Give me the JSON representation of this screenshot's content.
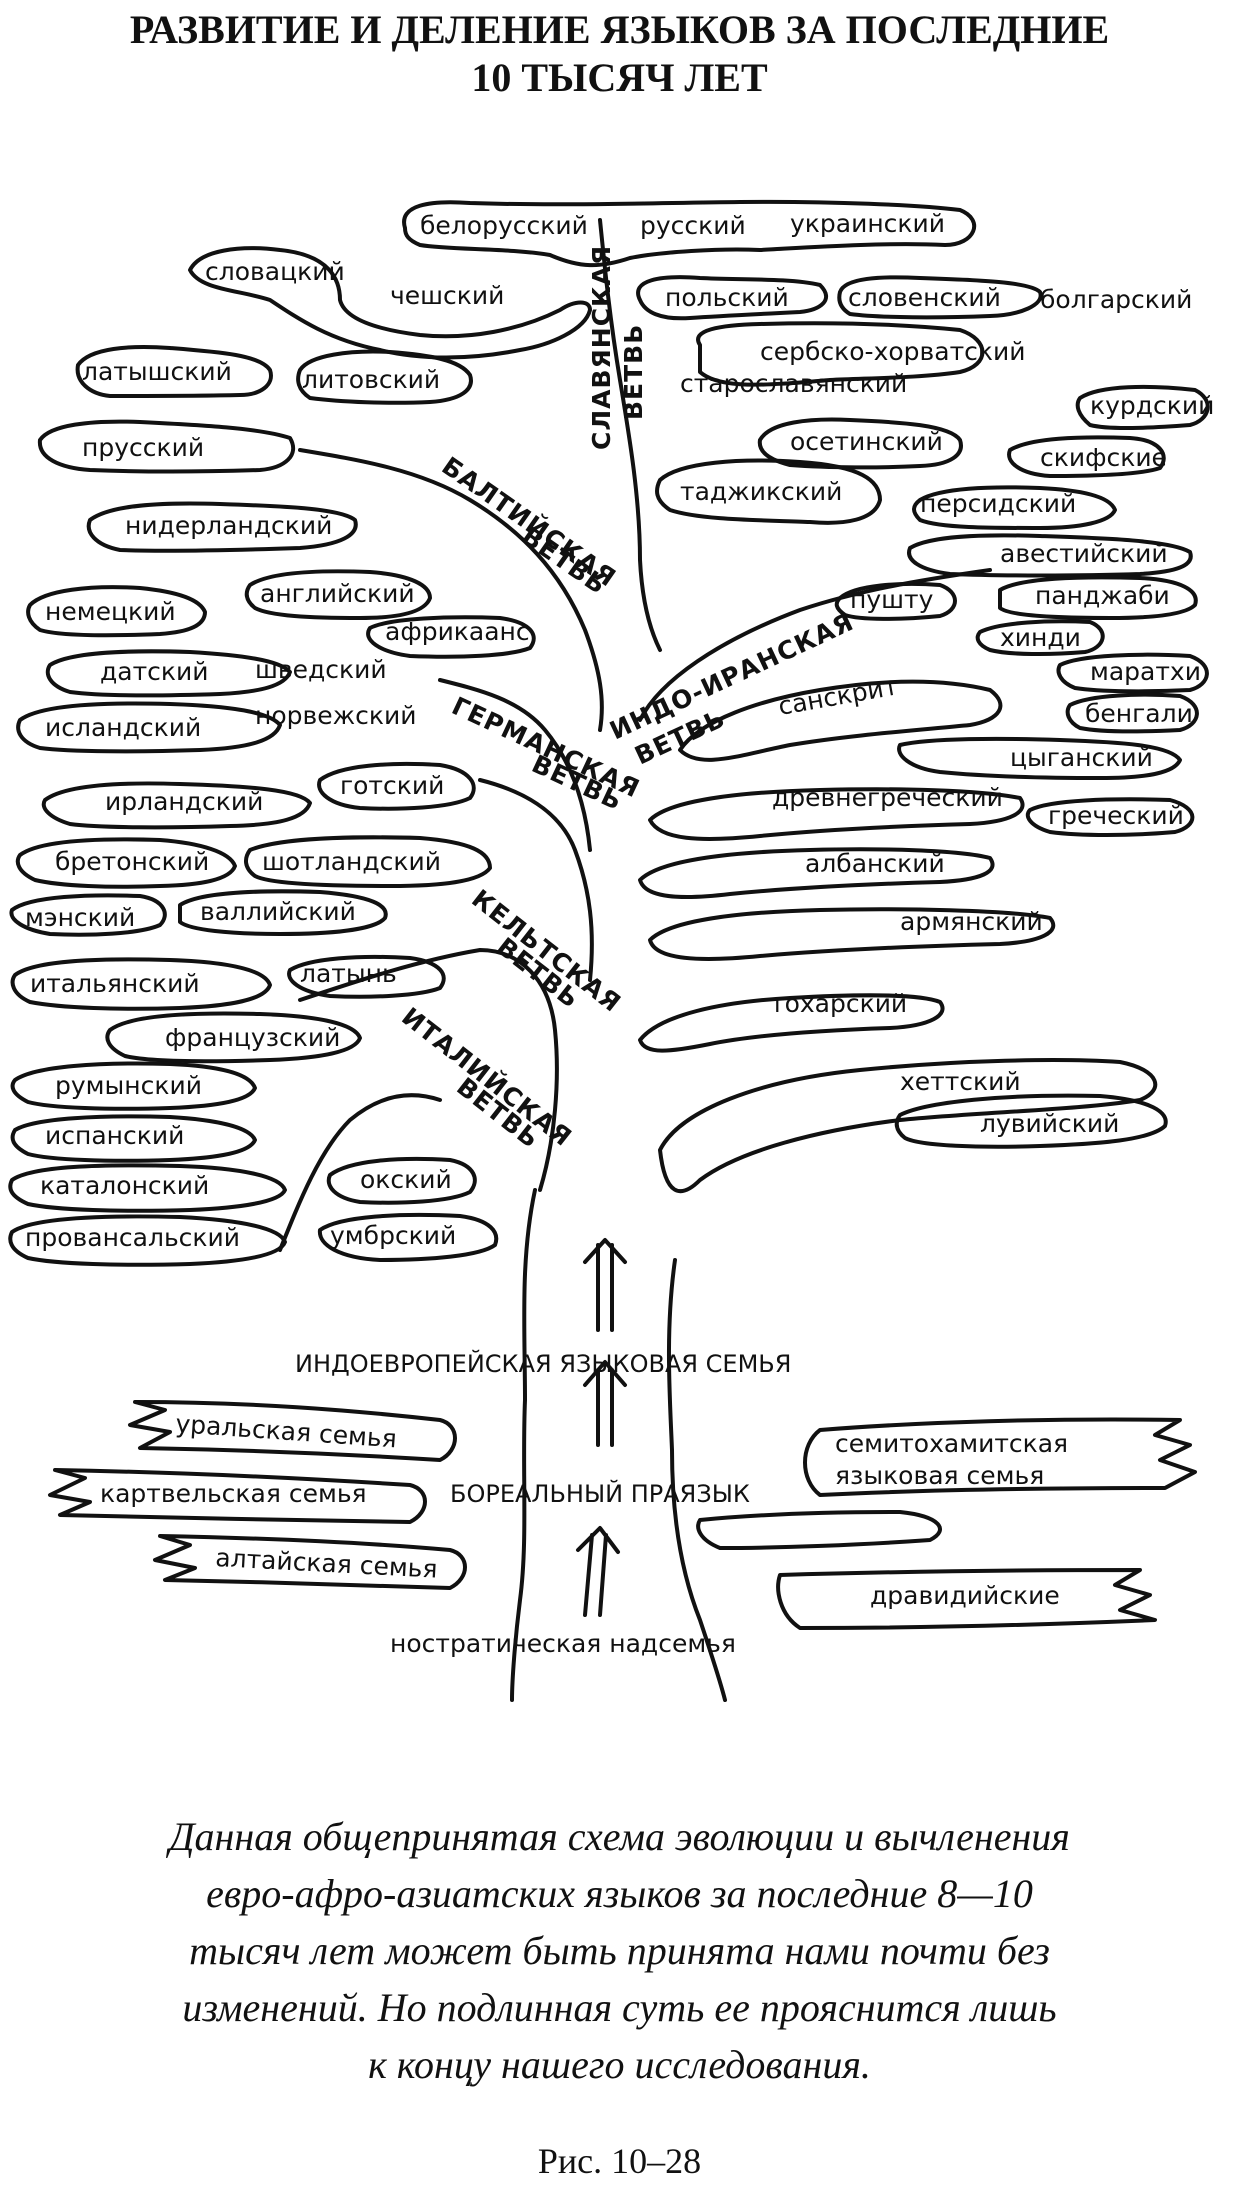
{
  "title": {
    "line1": "РАЗВИТИЕ И ДЕЛЕНИЕ ЯЗЫКОВ ЗА ПОСЛЕДНИЕ",
    "line2": "10 ТЫСЯЧ ЛЕТ"
  },
  "languages": {
    "belorusskiy": "белорусский",
    "russkiy": "русский",
    "ukrainskiy": "украинский",
    "slovatskiy": "словацкий",
    "cheshskiy": "чешский",
    "polskiy": "польский",
    "slovenskiy": "словенский",
    "bolgarskiy": "болгарский",
    "serbohorvatskiy": "сербско-хорватский",
    "staroslavyanskiy": "старославянский",
    "latyshskiy": "латышский",
    "litovskiy": "литовский",
    "prusskiy": "прусский",
    "osetinskiy": "осетинский",
    "kurdskiy": "курдский",
    "skifskie": "скифские",
    "tadzhikskiy": "таджикский",
    "persidskiy": "персидский",
    "avestiyskiy": "авестийский",
    "niderlandskiy": "нидерландский",
    "angliyskiy": "английский",
    "nemetskiy": "немецкий",
    "afrikaans": "африкаанс",
    "datskiy": "датский",
    "shvedskiy": "шведский",
    "islandskiy": "исландский",
    "norvezhskiy": "норвежский",
    "pushtu": "пушту",
    "pandzhabi": "панджаби",
    "hindi": "хинди",
    "marathi": "маратхи",
    "bengali": "бенгали",
    "sanskrit": "санскрит",
    "tsyganskiy": "цыганский",
    "irlandskiy": "ирландский",
    "gotskiy": "готский",
    "drevnegrecheskiy": "древнегреческий",
    "grecheskiy": "греческий",
    "bretonskiy": "бретонский",
    "shotlandskiy": "шотландский",
    "albanskiy": "албанский",
    "menskiy": "мэнский",
    "valliyskiy": "валлийский",
    "armyanskiy": "армянский",
    "italyanskiy": "итальянский",
    "latyn": "латынь",
    "toharskiy": "тохарский",
    "frantsuzskiy": "французский",
    "rumynskiy": "румынский",
    "hettskiy": "хеттский",
    "luviyskiy": "лувийский",
    "ispanskiy": "испанский",
    "katalonskiy": "каталонский",
    "oskskiy": "окский",
    "provansalskiy": "провансальский",
    "umbrskiy": "умбрский"
  },
  "branches": {
    "slavic_1": "СЛАВЯНСКАЯ",
    "slavic_2": "ВЕТВЬ",
    "baltic_1": "БАЛТИЙСКАЯ",
    "baltic_2": "ВЕТВЬ",
    "indoiranian_1": "ИНДО-ИРАНСКАЯ",
    "indoiranian_2": "ВЕТВЬ",
    "germanic_1": "ГЕРМАНСКАЯ",
    "germanic_2": "ВЕТВЬ",
    "celtic_1": "КЕЛЬТСКАЯ",
    "celtic_2": "ВЕТВЬ",
    "italic_1": "ИТАЛИЙСКАЯ",
    "italic_2": "ВЕТВЬ"
  },
  "families": {
    "indoeuropean": "ИНДОЕВРОПЕЙСКАЯ ЯЗЫКОВАЯ СЕМЬЯ",
    "uralic": "уральская семья",
    "kartvelian": "картвельская семья",
    "boreal": "БОРЕАЛЬНЫЙ ПРАЯЗЫК",
    "semitohamitic_1": "семитохамитская",
    "semitohamitic_2": "языковая семья",
    "altaic": "алтайская семья",
    "dravidian": "дравидийские",
    "nostratic": "ностратическая надсемья"
  },
  "caption": {
    "line1": "Данная общепринятая схема эволюции и вычленения",
    "line2": "евро-афро-азиатских языков за последние 8—10",
    "line3": "тысяч лет может быть принята нами почти без",
    "line4": "изменений. Но подлинная суть ее прояснится лишь",
    "line5": "к концу нашего исследования."
  },
  "figure_label": "Рис. 10–28"
}
